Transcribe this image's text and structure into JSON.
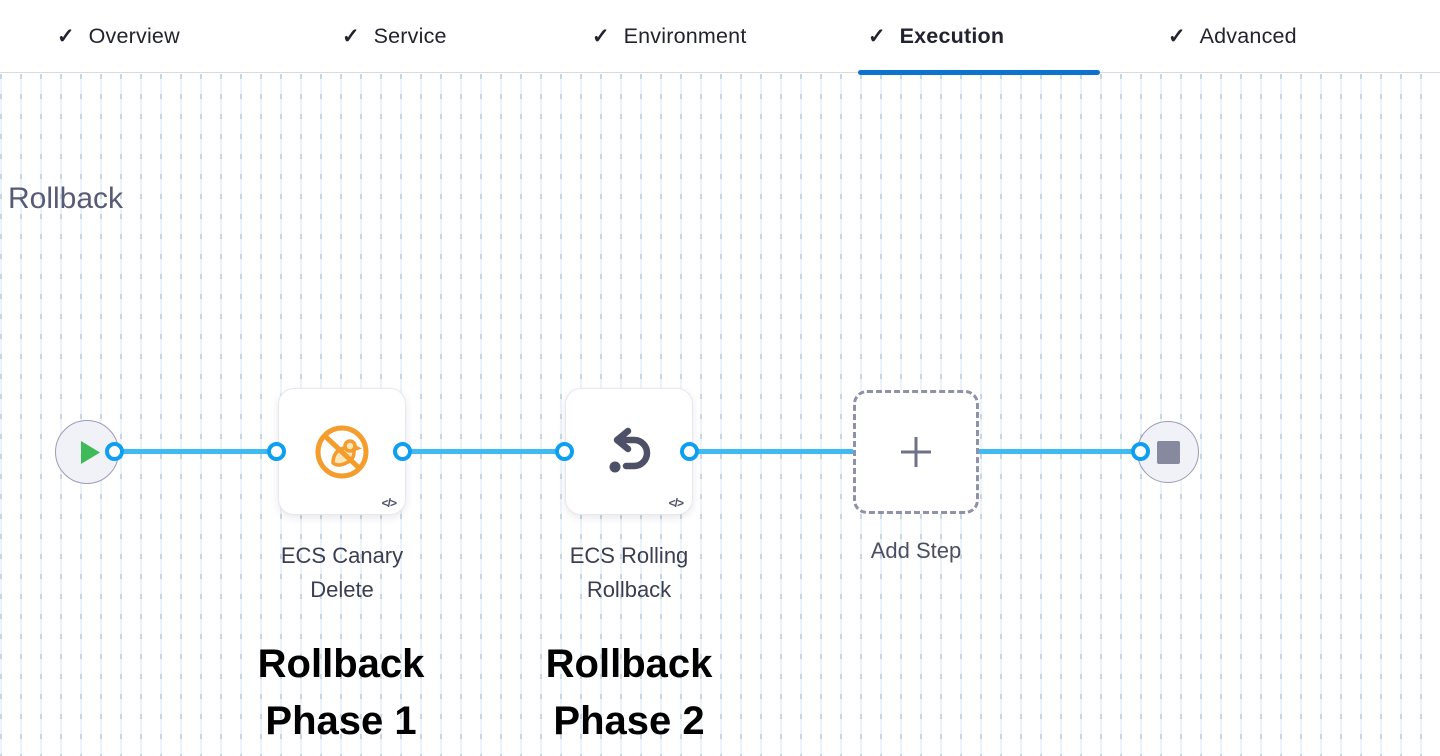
{
  "tabs": [
    {
      "label": "Overview",
      "checked": true,
      "active": false
    },
    {
      "label": "Service",
      "checked": true,
      "active": false
    },
    {
      "label": "Environment",
      "checked": true,
      "active": false
    },
    {
      "label": "Execution",
      "checked": true,
      "active": true
    },
    {
      "label": "Advanced",
      "checked": true,
      "active": false
    }
  ],
  "section": {
    "heading": "Rollback"
  },
  "pipeline": {
    "start_node": "start",
    "end_node": "stop",
    "steps": [
      {
        "name": "ECS Canary Delete",
        "icon": "canary-delete-icon",
        "annotation": "Rollback Phase 1"
      },
      {
        "name": "ECS Rolling Rollback",
        "icon": "rollback-arrow-icon",
        "annotation": "Rollback Phase 2"
      }
    ],
    "add_step": {
      "label": "Add Step"
    }
  },
  "glyphs": {
    "check": "✓",
    "code": "</>"
  },
  "colors": {
    "active_tab_underline": "#0d73ce",
    "connector_line": "#3fbaf3",
    "port_ring": "#0f9ff1",
    "canary_orange": "#f49d2c",
    "rollback_slate": "#4d5066",
    "play_green": "#3fba58",
    "stop_gray": "#87899f",
    "heading_text": "#575b76",
    "annotation_text": "#000000"
  }
}
